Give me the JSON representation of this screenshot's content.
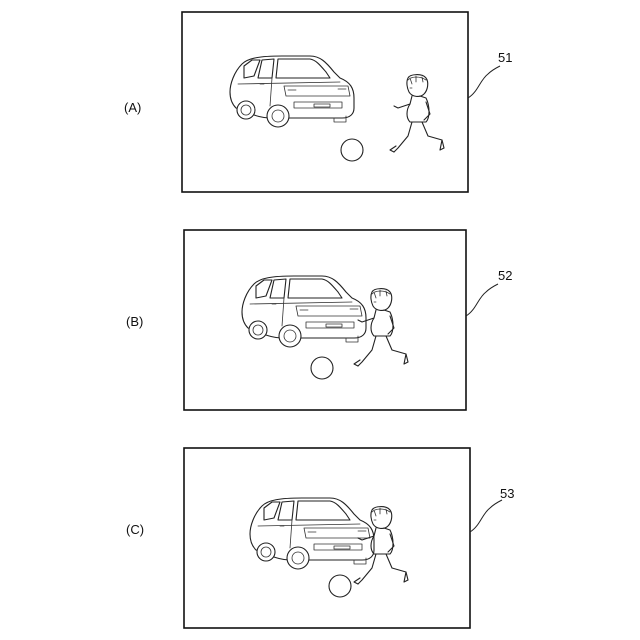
{
  "panels": [
    {
      "label": "(A)",
      "ref": "51"
    },
    {
      "label": "(B)",
      "ref": "52"
    },
    {
      "label": "(C)",
      "ref": "53"
    }
  ]
}
